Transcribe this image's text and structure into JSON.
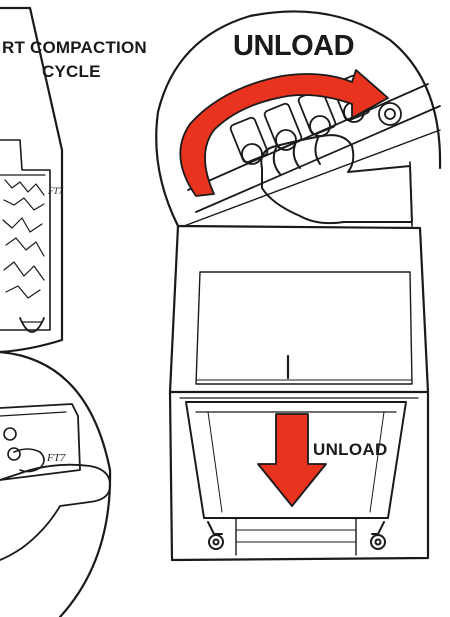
{
  "labels": {
    "start_line1": "RT COMPACTION",
    "start_line2": "CYCLE",
    "unload_top": "UNLOAD",
    "unload_side": "UNLOAD",
    "bin_mark": "FT7",
    "panel_mark": "FT7"
  },
  "colors": {
    "arrow_red": "#e8331f",
    "ink": "#1a1a1a",
    "background": "#ffffff"
  },
  "icons": {
    "curved_arrow": "curved-arrow-icon",
    "down_arrow": "down-arrow-icon",
    "hand": "hand-icon"
  }
}
